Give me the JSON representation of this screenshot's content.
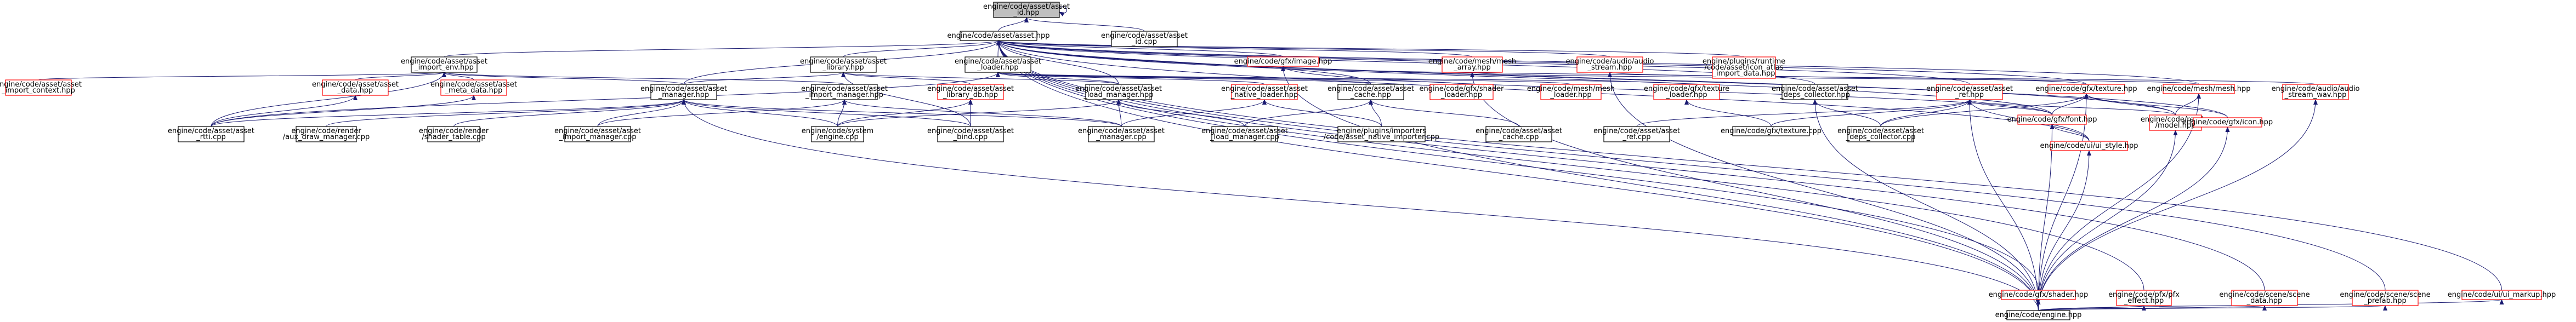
{
  "diagram": {
    "colors": {
      "edge": "#191970",
      "root_fill": "#bfbfbf",
      "node_fill": "#ffffff",
      "border_black": "#000000",
      "border_red": "#ff0000",
      "text": "#000000"
    },
    "nodes": [
      {
        "id": "asset_id",
        "lines": [
          "engine/code/asset/asset",
          "_id.hpp"
        ],
        "style": "root"
      },
      {
        "id": "asset_id_cpp",
        "lines": [
          "engine/code/asset/asset",
          "_id.cpp"
        ],
        "style": "black"
      },
      {
        "id": "asset_hpp",
        "lines": [
          "engine/code/asset/asset.hpp"
        ],
        "style": "black"
      },
      {
        "id": "import_env",
        "lines": [
          "engine/code/asset/asset",
          "_import_env.hpp"
        ],
        "style": "black"
      },
      {
        "id": "library",
        "lines": [
          "engine/code/asset/asset",
          "_library.hpp"
        ],
        "style": "black"
      },
      {
        "id": "loader",
        "lines": [
          "engine/code/asset/asset",
          "_loader.hpp"
        ],
        "style": "black"
      },
      {
        "id": "gfx_image",
        "lines": [
          "engine/code/gfx/image.hpp"
        ],
        "style": "red"
      },
      {
        "id": "mesh_array",
        "lines": [
          "engine/code/mesh/mesh",
          "_array.hpp"
        ],
        "style": "red"
      },
      {
        "id": "audio_stream",
        "lines": [
          "engine/code/audio/audio",
          "_stream.hpp"
        ],
        "style": "red"
      },
      {
        "id": "atlas_import",
        "lines": [
          "engine/plugins/runtime",
          "/code/asset/icon_atlas",
          "_import_data.hpp"
        ],
        "style": "red"
      },
      {
        "id": "import_context",
        "lines": [
          "engine/code/asset/asset",
          "_import_context.hpp"
        ],
        "style": "red"
      },
      {
        "id": "asset_data",
        "lines": [
          "engine/code/asset/asset",
          "_data.hpp"
        ],
        "style": "red"
      },
      {
        "id": "meta_data",
        "lines": [
          "engine/code/asset/asset",
          "_meta_data.hpp"
        ],
        "style": "red"
      },
      {
        "id": "asset_manager",
        "lines": [
          "engine/code/asset/asset",
          "_manager.hpp"
        ],
        "style": "black"
      },
      {
        "id": "import_manager",
        "lines": [
          "engine/code/asset/asset",
          "_import_manager.hpp"
        ],
        "style": "black"
      },
      {
        "id": "library_db",
        "lines": [
          "engine/code/asset/asset",
          "_library_db.hpp"
        ],
        "style": "red"
      },
      {
        "id": "load_manager",
        "lines": [
          "engine/code/asset/asset",
          "_load_manager.hpp"
        ],
        "style": "black"
      },
      {
        "id": "native_loader",
        "lines": [
          "engine/code/asset/asset",
          "_native_loader.hpp"
        ],
        "style": "red"
      },
      {
        "id": "asset_cache",
        "lines": [
          "engine/code/asset/asset",
          "_cache.hpp"
        ],
        "style": "black"
      },
      {
        "id": "shader_loader",
        "lines": [
          "engine/code/gfx/shader",
          "_loader.hpp"
        ],
        "style": "red"
      },
      {
        "id": "mesh_loader",
        "lines": [
          "engine/code/mesh/mesh",
          "_loader.hpp"
        ],
        "style": "red"
      },
      {
        "id": "texture_loader",
        "lines": [
          "engine/code/gfx/texture",
          "_loader.hpp"
        ],
        "style": "red"
      },
      {
        "id": "deps_collector",
        "lines": [
          "engine/code/asset/asset",
          "_deps_collector.hpp"
        ],
        "style": "black"
      },
      {
        "id": "asset_ref",
        "lines": [
          "engine/code/asset/asset",
          "_ref.hpp"
        ],
        "style": "red"
      },
      {
        "id": "gfx_texture",
        "lines": [
          "engine/code/gfx/texture.hpp"
        ],
        "style": "red"
      },
      {
        "id": "mesh_hpp",
        "lines": [
          "engine/code/mesh/mesh.hpp"
        ],
        "style": "red"
      },
      {
        "id": "audio_stream_wav",
        "lines": [
          "engine/code/audio/audio",
          "_stream_wav.hpp"
        ],
        "style": "red"
      },
      {
        "id": "render_model",
        "lines": [
          "engine/code/render",
          "/model.hpp"
        ],
        "style": "red"
      },
      {
        "id": "gfx_font",
        "lines": [
          "engine/code/gfx/font.hpp"
        ],
        "style": "red"
      },
      {
        "id": "gfx_icon",
        "lines": [
          "engine/code/gfx/icon.hpp"
        ],
        "style": "red"
      },
      {
        "id": "ui_style",
        "lines": [
          "engine/code/ui/ui_style.hpp"
        ],
        "style": "red"
      },
      {
        "id": "gfx_shader",
        "lines": [
          "engine/code/gfx/shader.hpp"
        ],
        "style": "red"
      },
      {
        "id": "pfx_effect",
        "lines": [
          "engine/code/pfx/pfx",
          "_effect.hpp"
        ],
        "style": "red"
      },
      {
        "id": "scene_data",
        "lines": [
          "engine/code/scene/scene",
          "_data.hpp"
        ],
        "style": "red"
      },
      {
        "id": "scene_prefab",
        "lines": [
          "engine/code/scene/scene",
          "_prefab.hpp"
        ],
        "style": "red"
      },
      {
        "id": "ui_markup",
        "lines": [
          "engine/code/ui/ui_markup.hpp"
        ],
        "style": "red"
      },
      {
        "id": "engine_hpp",
        "lines": [
          "engine/code/engine.hpp"
        ],
        "style": "black"
      },
      {
        "id": "rtti_cpp",
        "lines": [
          "engine/code/asset/asset",
          "_rtti.cpp"
        ],
        "style": "black"
      },
      {
        "id": "draw_manager",
        "lines": [
          "engine/code/render",
          "/aux_draw_manager.cpp"
        ],
        "style": "black"
      },
      {
        "id": "shader_table",
        "lines": [
          "engine/code/render",
          "/shader_table.cpp"
        ],
        "style": "black"
      },
      {
        "id": "import_manager_cpp",
        "lines": [
          "engine/code/asset/asset",
          "_import_manager.cpp"
        ],
        "style": "black"
      },
      {
        "id": "system_engine",
        "lines": [
          "engine/code/system",
          "/engine.cpp"
        ],
        "style": "black"
      },
      {
        "id": "bind_cpp",
        "lines": [
          "engine/code/asset/asset",
          "_bind.cpp"
        ],
        "style": "black"
      },
      {
        "id": "asset_manager_cpp",
        "lines": [
          "engine/code/asset/asset",
          "_manager.cpp"
        ],
        "style": "black"
      },
      {
        "id": "load_manager_cpp",
        "lines": [
          "engine/code/asset/asset",
          "_load_manager.cpp"
        ],
        "style": "black"
      },
      {
        "id": "native_importer",
        "lines": [
          "engine/plugins/importers",
          "/code/asset_native_importer.cpp"
        ],
        "style": "black"
      },
      {
        "id": "cache_cpp",
        "lines": [
          "engine/code/asset/asset",
          "_cache.cpp"
        ],
        "style": "black"
      },
      {
        "id": "ref_cpp",
        "lines": [
          "engine/code/asset/asset",
          "_ref.cpp"
        ],
        "style": "black"
      },
      {
        "id": "texture_cpp",
        "lines": [
          "engine/code/gfx/texture.cpp"
        ],
        "style": "black"
      },
      {
        "id": "deps_collector_cpp",
        "lines": [
          "engine/code/asset/asset",
          "_deps_collector.cpp"
        ],
        "style": "black"
      }
    ],
    "edges": [
      [
        "asset_id",
        "asset_id"
      ],
      [
        "asset_id_cpp",
        "asset_id"
      ],
      [
        "asset_hpp",
        "asset_id"
      ],
      [
        "import_env",
        "asset_hpp"
      ],
      [
        "library",
        "asset_hpp"
      ],
      [
        "loader",
        "asset_hpp"
      ],
      [
        "gfx_image",
        "asset_hpp"
      ],
      [
        "mesh_array",
        "asset_hpp"
      ],
      [
        "audio_stream",
        "asset_hpp"
      ],
      [
        "atlas_import",
        "asset_hpp"
      ],
      [
        "deps_collector",
        "asset_hpp"
      ],
      [
        "asset_ref",
        "asset_hpp"
      ],
      [
        "gfx_font",
        "asset_hpp"
      ],
      [
        "gfx_texture",
        "asset_hpp"
      ],
      [
        "render_model",
        "asset_hpp"
      ],
      [
        "gfx_shader",
        "asset_hpp"
      ],
      [
        "pfx_effect",
        "asset_hpp"
      ],
      [
        "scene_data",
        "asset_hpp"
      ],
      [
        "scene_prefab",
        "asset_hpp"
      ],
      [
        "ui_markup",
        "asset_hpp"
      ],
      [
        "asset_manager",
        "asset_hpp"
      ],
      [
        "load_manager",
        "asset_hpp"
      ],
      [
        "asset_cache",
        "asset_hpp"
      ],
      [
        "engine_hpp",
        "asset_hpp"
      ],
      [
        "mesh_hpp",
        "asset_hpp"
      ],
      [
        "gfx_icon",
        "asset_hpp"
      ],
      [
        "ui_style",
        "asset_hpp"
      ],
      [
        "import_context",
        "import_env"
      ],
      [
        "asset_data",
        "import_env"
      ],
      [
        "meta_data",
        "import_env"
      ],
      [
        "asset_manager",
        "import_env"
      ],
      [
        "import_manager",
        "import_env"
      ],
      [
        "rtti_cpp",
        "import_env"
      ],
      [
        "asset_manager",
        "library"
      ],
      [
        "library_db",
        "library"
      ],
      [
        "load_manager",
        "library"
      ],
      [
        "bind_cpp",
        "library"
      ],
      [
        "native_loader",
        "loader"
      ],
      [
        "shader_loader",
        "loader"
      ],
      [
        "mesh_loader",
        "loader"
      ],
      [
        "texture_loader",
        "loader"
      ],
      [
        "load_manager",
        "loader"
      ],
      [
        "asset_cache",
        "loader"
      ],
      [
        "rtti_cpp",
        "loader"
      ],
      [
        "gfx_texture",
        "gfx_image"
      ],
      [
        "gfx_font",
        "gfx_image"
      ],
      [
        "engine_hpp",
        "gfx_image"
      ],
      [
        "mesh_hpp",
        "mesh_array"
      ],
      [
        "engine_hpp",
        "mesh_array"
      ],
      [
        "audio_stream_wav",
        "audio_stream"
      ],
      [
        "engine_hpp",
        "audio_stream"
      ],
      [
        "rtti_cpp",
        "asset_data"
      ],
      [
        "rtti_cpp",
        "meta_data"
      ],
      [
        "rtti_cpp",
        "asset_manager"
      ],
      [
        "draw_manager",
        "asset_manager"
      ],
      [
        "shader_table",
        "asset_manager"
      ],
      [
        "import_manager_cpp",
        "asset_manager"
      ],
      [
        "system_engine",
        "asset_manager"
      ],
      [
        "bind_cpp",
        "asset_manager"
      ],
      [
        "asset_manager_cpp",
        "asset_manager"
      ],
      [
        "engine_hpp",
        "asset_manager"
      ],
      [
        "import_manager_cpp",
        "import_manager"
      ],
      [
        "system_engine",
        "import_manager"
      ],
      [
        "asset_manager_cpp",
        "import_manager"
      ],
      [
        "system_engine",
        "library_db"
      ],
      [
        "bind_cpp",
        "library_db"
      ],
      [
        "system_engine",
        "load_manager"
      ],
      [
        "asset_manager_cpp",
        "load_manager"
      ],
      [
        "load_manager_cpp",
        "load_manager"
      ],
      [
        "native_importer",
        "native_loader"
      ],
      [
        "asset_manager_cpp",
        "native_loader"
      ],
      [
        "cache_cpp",
        "asset_cache"
      ],
      [
        "load_manager_cpp",
        "asset_cache"
      ],
      [
        "native_importer",
        "asset_cache"
      ],
      [
        "texture_cpp",
        "texture_loader"
      ],
      [
        "deps_collector_cpp",
        "deps_collector"
      ],
      [
        "engine_hpp",
        "deps_collector"
      ],
      [
        "ref_cpp",
        "asset_ref"
      ],
      [
        "deps_collector_cpp",
        "asset_ref"
      ],
      [
        "gfx_font",
        "asset_ref"
      ],
      [
        "ui_style",
        "asset_ref"
      ],
      [
        "render_model",
        "asset_ref"
      ],
      [
        "engine_hpp",
        "asset_ref"
      ],
      [
        "texture_cpp",
        "asset_ref"
      ],
      [
        "gfx_font",
        "gfx_texture"
      ],
      [
        "gfx_icon",
        "gfx_texture"
      ],
      [
        "render_model",
        "gfx_texture"
      ],
      [
        "engine_hpp",
        "gfx_texture"
      ],
      [
        "deps_collector_cpp",
        "gfx_texture"
      ],
      [
        "render_model",
        "mesh_hpp"
      ],
      [
        "engine_hpp",
        "mesh_hpp"
      ],
      [
        "engine_hpp",
        "audio_stream_wav"
      ],
      [
        "engine_hpp",
        "render_model"
      ],
      [
        "ui_style",
        "gfx_font"
      ],
      [
        "engine_hpp",
        "gfx_font"
      ],
      [
        "engine_hpp",
        "gfx_icon"
      ],
      [
        "engine_hpp",
        "ui_style"
      ],
      [
        "engine_hpp",
        "gfx_shader"
      ],
      [
        "engine_hpp",
        "pfx_effect"
      ],
      [
        "engine_hpp",
        "scene_data"
      ],
      [
        "engine_hpp",
        "scene_prefab"
      ],
      [
        "engine_hpp",
        "ui_markup"
      ]
    ]
  }
}
